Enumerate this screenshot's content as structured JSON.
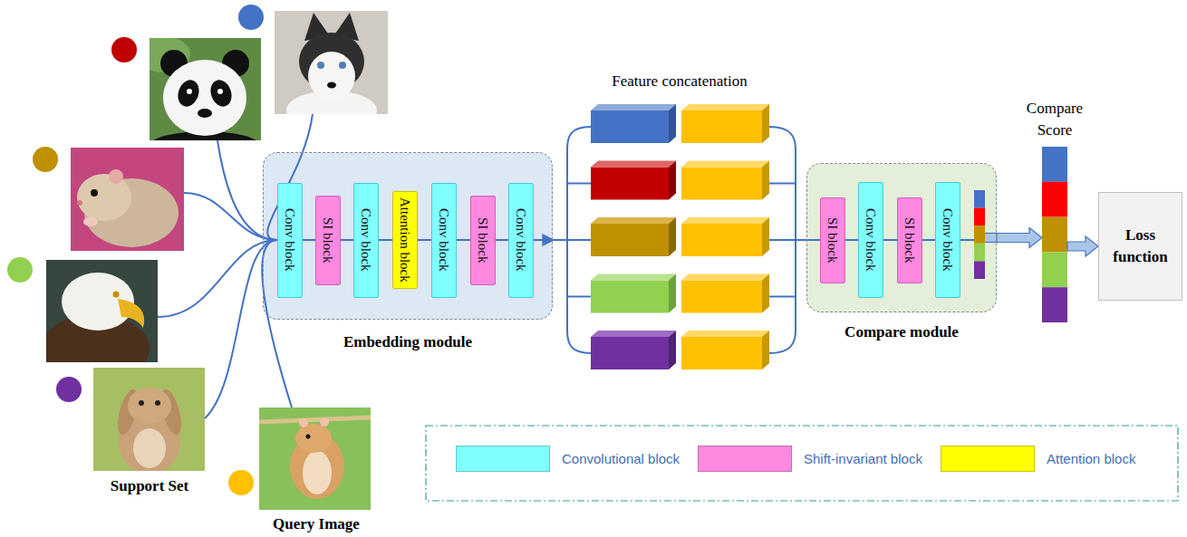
{
  "diagram": {
    "nodes": [
      {
        "text": [
          "Embedding module"
        ]
      },
      {
        "text": [
          "Conv block"
        ],
        "in": 0
      },
      {
        "text": [
          "SI block"
        ],
        "in": 0
      },
      {
        "text": [
          "Conv block"
        ],
        "in": 0
      },
      {
        "text": [
          "Attention block"
        ],
        "in": 0
      },
      {
        "text": [
          "Conv block"
        ],
        "in": 0
      },
      {
        "text": [
          "SI block"
        ],
        "in": 0
      },
      {
        "text": [
          "Conv block"
        ],
        "in": 0
      },
      {
        "text": [
          "Compare module"
        ]
      },
      {
        "text": [
          "SI block"
        ],
        "in": 8
      },
      {
        "text": [
          "Conv block"
        ],
        "in": 8
      },
      {
        "text": [
          "SI block"
        ],
        "in": 8
      },
      {
        "text": [
          "Conv block"
        ],
        "in": 8
      },
      {
        "text": [
          "Compare Score"
        ]
      },
      {
        "text": [
          "Loss function"
        ]
      }
    ],
    "edges": [
      {
        "from": 1,
        "to": 2,
        "arrow": "none"
      },
      {
        "from": 2,
        "to": 3,
        "arrow": "none"
      },
      {
        "from": 3,
        "to": 4,
        "arrow": "none"
      },
      {
        "from": 4,
        "to": 5,
        "arrow": "none"
      },
      {
        "from": 5,
        "to": 6,
        "arrow": "none"
      },
      {
        "from": 6,
        "to": 7,
        "arrow": "none"
      },
      {
        "from": 9,
        "to": 10,
        "arrow": "none"
      },
      {
        "from": 10,
        "to": 11,
        "arrow": "none"
      },
      {
        "from": 11,
        "to": 12,
        "arrow": "none"
      },
      {
        "from": 8,
        "to": 13,
        "arrow": "to"
      },
      {
        "from": 13,
        "to": 14,
        "arrow": "to"
      }
    ],
    "labels": [
      "Feature concatenation",
      "Support Set",
      "Query Image"
    ],
    "legend": [
      {
        "text": "Convolutional block",
        "color": "#80ffff"
      },
      {
        "text": "Shift-invariant block",
        "color": "#ff88e0"
      },
      {
        "text": "Attention block",
        "color": "#ffff00"
      }
    ]
  }
}
